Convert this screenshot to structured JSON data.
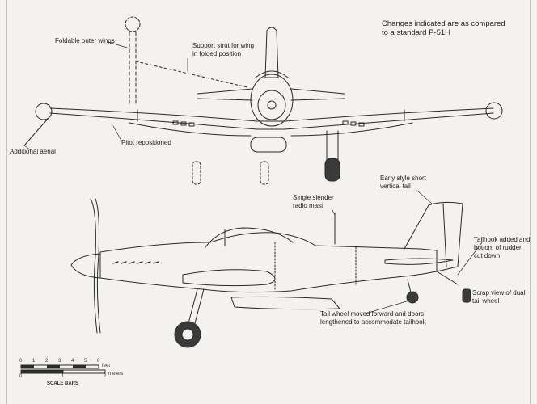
{
  "header": {
    "line1": "Changes indicated are as compared",
    "line2": "to a standard P-51H"
  },
  "labels": {
    "foldable_wings": "Foldable outer wings",
    "support_strut_1": "Support strut for wing",
    "support_strut_2": "in folded position",
    "pitot": "Pitot repositioned",
    "aerial": "Additional aerial",
    "vertical_tail_1": "Early style short",
    "vertical_tail_2": "vertical tail",
    "radio_mast_1": "Single slender",
    "radio_mast_2": "radio mast",
    "tailhook_1": "Tailhook added and",
    "tailhook_2": "bottom of rudder",
    "tailhook_3": "cut down",
    "scrap_1": "Scrap view of dual",
    "scrap_2": "tail wheel",
    "tailwheel_1": "Tail wheel moved forward and doors",
    "tailwheel_2": "lengthened to accommodate tailhook"
  },
  "scale_bars": {
    "feet_ticks": [
      "0",
      "1",
      "2",
      "3",
      "4",
      "5",
      "6"
    ],
    "feet_unit": "feet",
    "meter_ticks": [
      "0",
      "1",
      "2"
    ],
    "meter_unit": "meters",
    "caption": "SCALE BARS"
  }
}
